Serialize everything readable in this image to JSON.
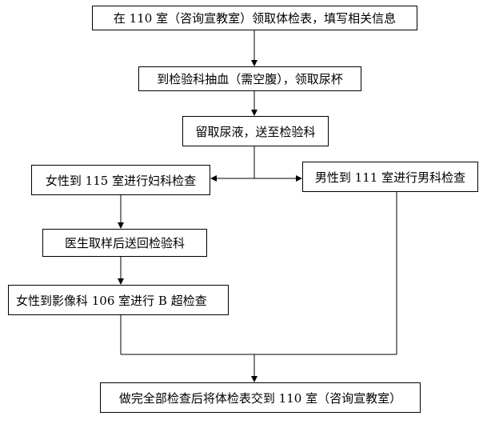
{
  "flowchart": {
    "steps": [
      "在 110 室（咨询宣教室）领取体检表，填写相关信息",
      "到检验科抽血（需空腹），领取尿杯",
      "留取尿液，送至检验科",
      "女性到 115 室进行妇科检查",
      "男性到 111 室进行男科检查",
      "医生取样后送回检验科",
      "女性到影像科 106 室进行 B 超检查",
      "做完全部检查后将体检表交到 110 室（咨询宣教室）"
    ]
  }
}
